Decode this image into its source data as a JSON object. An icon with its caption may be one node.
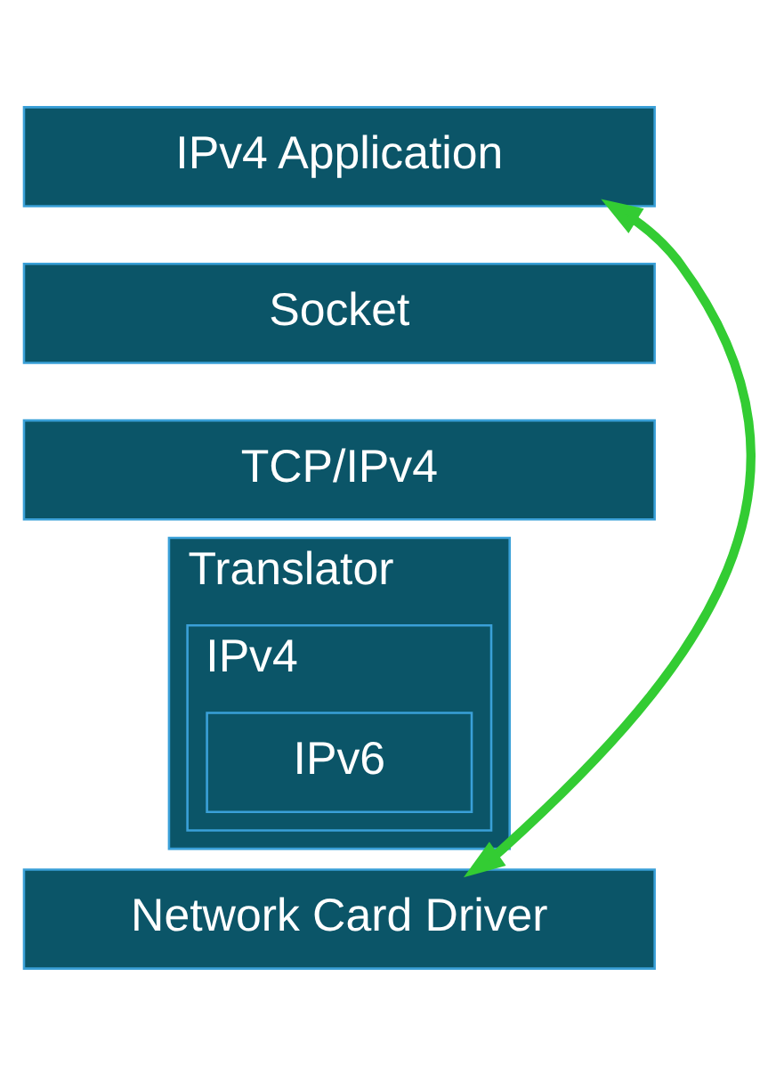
{
  "diagram": {
    "nodes": [
      {
        "text": [
          "IPv4 Application"
        ]
      },
      {
        "text": [
          "Socket"
        ]
      },
      {
        "text": [
          "TCP/IPv4"
        ]
      },
      {
        "text": [
          "Translator"
        ]
      },
      {
        "text": [
          "IPv4"
        ],
        "in": 3
      },
      {
        "text": [
          "IPv6"
        ],
        "in": 4
      },
      {
        "text": [
          "Network Card Driver"
        ]
      }
    ],
    "edges": [
      {
        "from": 0,
        "to": 6,
        "arrow": "both",
        "color": "#33cc33"
      }
    ]
  }
}
